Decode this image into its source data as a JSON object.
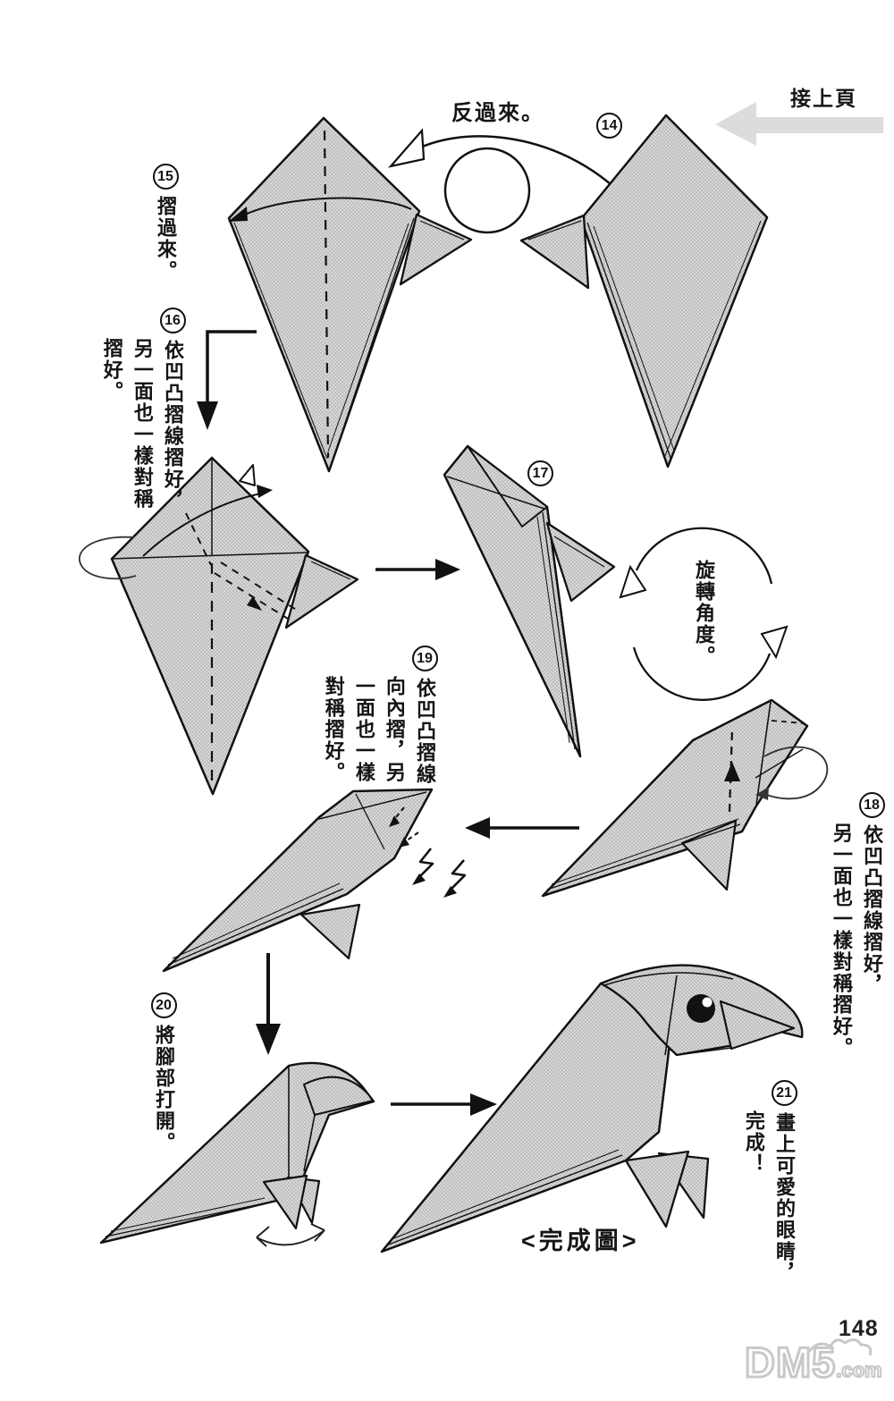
{
  "page": {
    "number": "148",
    "continuation_label": "接上頁",
    "flip_label": "反過來。",
    "rotate_label": "旋轉角度。",
    "final_caption": "<完成圖>",
    "watermark": {
      "name": "DM5",
      "suffix": ".com"
    }
  },
  "steps": [
    {
      "num": "14",
      "lines": []
    },
    {
      "num": "15",
      "lines": [
        "摺過來。"
      ]
    },
    {
      "num": "16",
      "lines": [
        "依凹凸摺線摺好，",
        "另一面也一樣對稱",
        "摺好。"
      ]
    },
    {
      "num": "17",
      "lines": []
    },
    {
      "num": "18",
      "lines": [
        "依凹凸摺線摺好，",
        "另一面也一樣對稱摺好。"
      ]
    },
    {
      "num": "19",
      "lines": [
        "依凹凸摺線",
        "向內摺，另",
        "一面也一樣",
        "對稱摺好。"
      ]
    },
    {
      "num": "20",
      "lines": [
        "將腳部打開。"
      ]
    },
    {
      "num": "21",
      "lines": [
        "畫上可愛的眼睛，",
        "完成！"
      ]
    }
  ]
}
